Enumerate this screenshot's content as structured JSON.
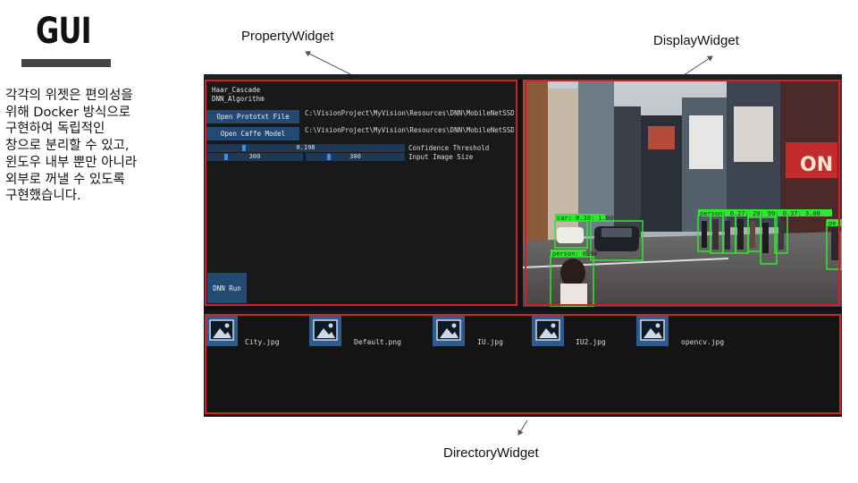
{
  "slide": {
    "title": "GUI",
    "description": "각각의 위젯은 편의성을\n위해 Docker 방식으로\n구현하여 독립적인\n창으로 분리할 수 있고,\n윈도우 내부 뿐만 아니라\n외부로 꺼낼 수 있도록\n구현했습니다.",
    "callouts": {
      "property": "PropertyWidget",
      "display": "DisplayWidget",
      "directory": "DirectoryWidget"
    }
  },
  "property": {
    "tree": [
      "Haar_Cascade",
      "DNN_Algorithm"
    ],
    "buttons": {
      "open_prototxt": "Open Prototxt File",
      "open_caffe": "Open Caffe Model",
      "dnn_run": "DNN Run"
    },
    "paths": {
      "prototxt": "C:\\VisionProject\\MyVision\\Resources\\DNN\\MobileNetSSD_deploy.prototxt",
      "caffe": "C:\\VisionProject\\MyVision\\Resources\\DNN\\MobileNetSSD_deploy.caffemodel"
    },
    "confidence": {
      "value": "0.198",
      "label": "Confidence Threshold",
      "fraction": 0.198
    },
    "input_size": {
      "w": "300",
      "h": "300",
      "label": "Input Image Size"
    }
  },
  "display": {
    "detections": [
      "car: 0.38: 1.00",
      "person: 0.98",
      "person: 0.27: 29: 99: 0.37: 3.00",
      "pe"
    ],
    "sign": "ON",
    "colors": {
      "box": "#2ee82e"
    }
  },
  "directory": {
    "files": [
      "City.jpg",
      "Default.png",
      "IU.jpg",
      "IU2.jpg",
      "opencv.jpg"
    ]
  },
  "colors": {
    "highlight": "#d1202a",
    "button": "#234a73",
    "accent": "#3d8ee0"
  }
}
